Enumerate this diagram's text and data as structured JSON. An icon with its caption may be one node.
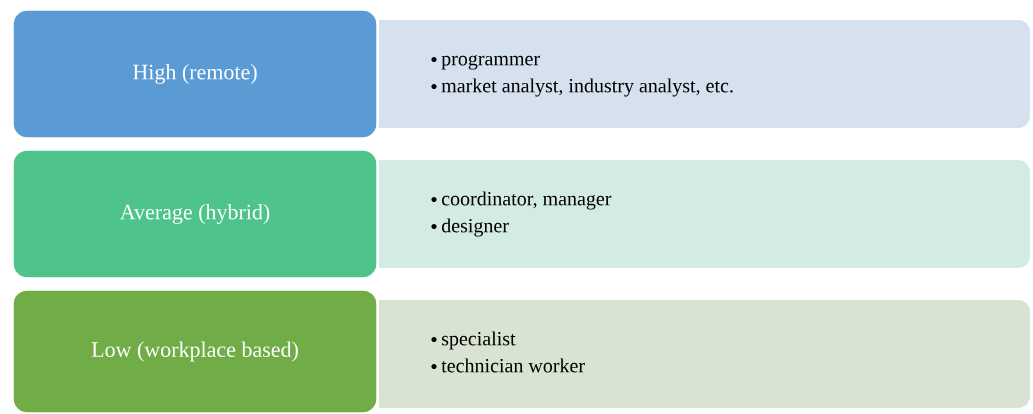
{
  "diagram": {
    "nodes": [
      {
        "text": [
          "High (remote)"
        ]
      },
      {
        "text": [
          "programmer",
          "market analyst, industry analyst, etc."
        ]
      },
      {
        "text": [
          "Average (hybrid)"
        ]
      },
      {
        "text": [
          "coordinator, manager",
          "designer"
        ]
      },
      {
        "text": [
          "Low (workplace based)"
        ]
      },
      {
        "text": [
          "specialist",
          "technician worker"
        ]
      }
    ]
  }
}
